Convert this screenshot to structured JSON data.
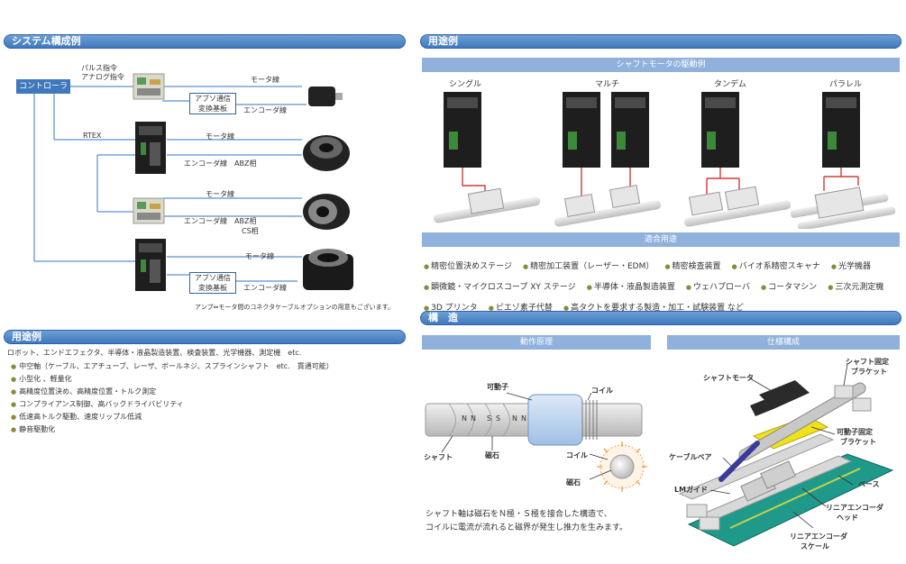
{
  "left": {
    "system_header": "システム構成例",
    "controller": "コントローラ",
    "pulse_line1": "パルス指令",
    "pulse_line2": "アナログ指令",
    "rtex": "RTEX",
    "motor_line": "モータ線",
    "encoder_line": "エンコーダ線",
    "encoder_abz": "エンコーダ線　ABZ相",
    "cs_phase": "CS相",
    "amp_comm_line1": "アブソ通信",
    "amp_comm_line2": "変換基板",
    "footnote": "アンプ⇔モータ間のコネクタケーブルオプションの用意もございます。",
    "usage_header": "用途例",
    "usage_lead": "ロボット、エンドエフェクタ、半導体・液晶製造装置、検査装置、光学機器、測定機　etc.",
    "usage_items": [
      "中空軸（ケーブル、エアチューブ、レーザ、ボールネジ、スプラインシャフト　etc.　貫通可能）",
      "小型化 、軽量化",
      "高精度位置決め、高精度位置・トルク測定",
      "コンプライアンス制御、高バックドライバビリティ",
      "低速高トルク駆動、速度リップル低減",
      "静音駆動化"
    ]
  },
  "right": {
    "usage_header": "用途例",
    "drive_bar": "シャフトモータの駆動例",
    "drive_labels": [
      "シングル",
      "マルチ",
      "タンデム",
      "パラレル"
    ],
    "fit_bar": "適合用途",
    "applications": [
      "精密位置決めステージ",
      "精密加工装置（レーザー・EDM）",
      "精密検査装置",
      "バイオ系精密スキャナ",
      "光学機器",
      "顕微鏡・マイクロスコープ XY ステージ",
      "半導体・液晶製造装置",
      "ウェハプローバ",
      "コータマシン",
      "三次元測定機",
      "3D プリンタ",
      "ピエゾ素子代替",
      "高タクトを要求する製造・加工・試験装置 など"
    ],
    "structure_header": "構　造",
    "principle_bar": "動作原理",
    "spec_bar": "仕様構成",
    "principle_labels": {
      "mover": "可動子",
      "coil": "コイル",
      "shaft": "シャフト",
      "magnet": "磁石",
      "coil2": "コイル",
      "magnet2": "磁石",
      "poles": [
        "N",
        "N",
        "S",
        "S",
        "N",
        "N"
      ]
    },
    "description_line1": "シャフト軸は磁石をＮ極・Ｓ極を接合した構造で、",
    "description_line2": "コイルに電流が流れると磁界が発生し推力を生みます。",
    "spec_labels": {
      "shaft_motor": "シャフトモータ",
      "shaft_bracket_1": "シャフト固定",
      "shaft_bracket_2": "ブラケット",
      "mover_bracket_1": "可動子固定",
      "mover_bracket_2": "ブラケット",
      "cable_bear": "ケーブルベア",
      "base": "ベース",
      "lm_guide": "LMガイド",
      "linear_head_1": "リニアエンコーダ",
      "linear_head_2": "ヘッド",
      "linear_scale_1": "リニアエンコーダ",
      "linear_scale_2": "スケール"
    }
  },
  "colors": {
    "header_blue": "#3f78bd",
    "subbar_blue": "#8fb1dc",
    "line_blue": "#5a8fd0",
    "bullet_olive": "#8a8a3a",
    "stage_red": "#d23a3a"
  }
}
